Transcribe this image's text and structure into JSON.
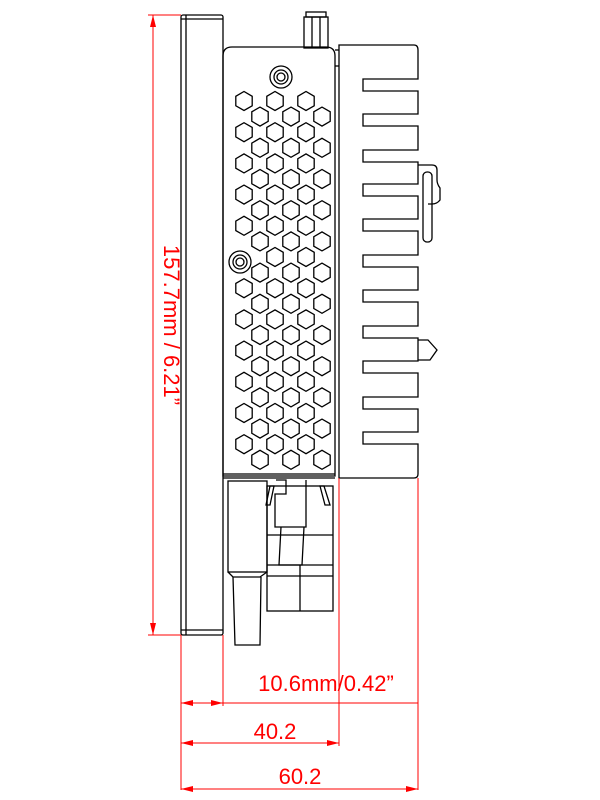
{
  "drawing": {
    "dimensions": {
      "height": "157.7mm / 6.21”",
      "front_plate_depth": "10.6mm/0.42”",
      "body_depth": "40.2",
      "total_depth": "60.2"
    },
    "colors": {
      "outline": "#000000",
      "dimension": "#ff0000"
    }
  }
}
